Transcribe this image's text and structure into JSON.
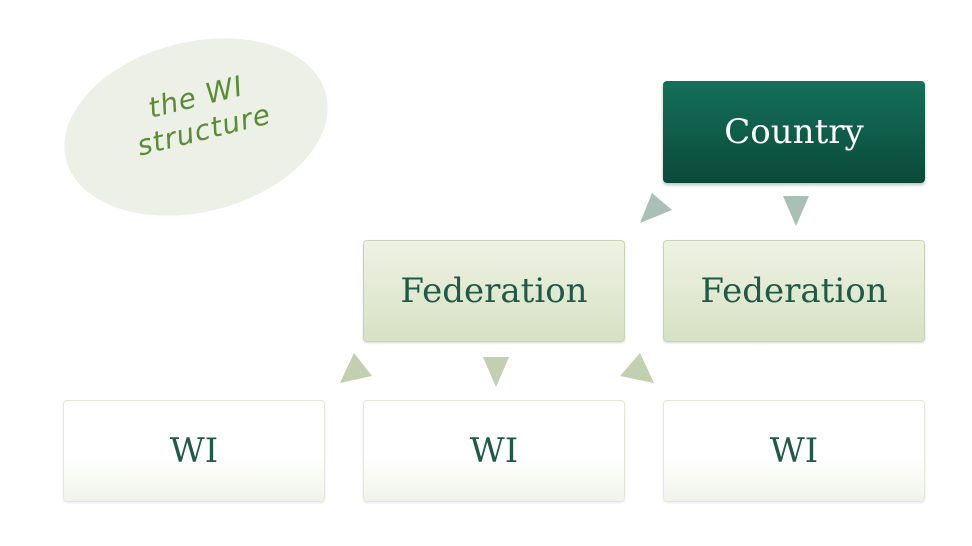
{
  "label": {
    "line1": "the WI",
    "line2": "structure"
  },
  "nodes": {
    "country": "Country",
    "federations": [
      "Federation",
      "Federation"
    ],
    "wis": [
      "WI",
      "WI",
      "WI"
    ]
  },
  "colors": {
    "country": "#0f5c48",
    "federation": "#dfe7cd",
    "wi": "#ffffff",
    "arrow_top": "#a9c0b6",
    "arrow_mid": "#c2d0b0",
    "text": "#1f5a46"
  }
}
